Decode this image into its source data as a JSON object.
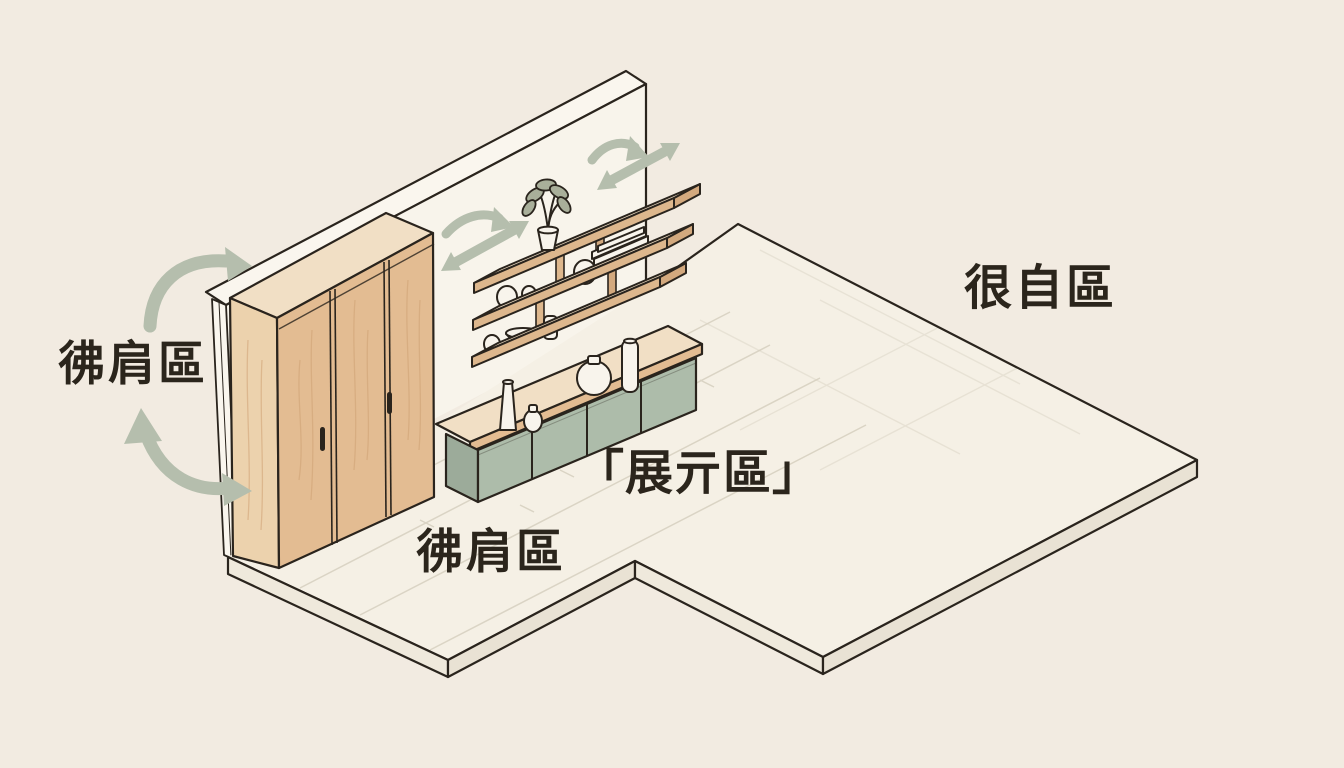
{
  "diagram": {
    "zone_labels": {
      "left": "彿肩區",
      "bottom": "彿肩區",
      "display": "「展亓區」",
      "open": "很自區"
    },
    "arrows": [
      {
        "name": "curved-arrow-top-left",
        "style": "arc",
        "direction": "up-right"
      },
      {
        "name": "curved-arrow-bottom-left",
        "style": "arc-double-headed",
        "direction": "up-and-right"
      },
      {
        "name": "swoosh-arrow-upper-left",
        "style": "arc",
        "direction": "right"
      },
      {
        "name": "double-headed-arrow-upper-left",
        "style": "straight-diagonal",
        "direction": "up-right-down-left"
      },
      {
        "name": "swoosh-arrow-upper-right",
        "style": "arc",
        "direction": "right"
      },
      {
        "name": "double-headed-arrow-upper-right",
        "style": "straight-diagonal",
        "direction": "up-right-down-left"
      }
    ],
    "colors": {
      "background": "#f2ebe1",
      "wall": "#f8f4eb",
      "wall_top": "#faf6ee",
      "floor": "#f5f0e5",
      "floor_edge_light": "#efe9dc",
      "floor_edge_dark": "#e9e2d4",
      "plank_line": "#d8d1c1",
      "wood": "#e3bc92",
      "wood_light": "#ecd2ad",
      "wood_top": "#f1dfc5",
      "wood_shelf": "#ddb78d",
      "wood_end": "#d3a97e",
      "grain": "#cfa174",
      "cabinet": "#adbcaa",
      "cabinet_dark": "#9cab9a",
      "arrow": "#b5bead",
      "ceramic": "#f8f4ec",
      "leaf": "#a9af9a",
      "outline": "#2a241d",
      "text": "#2b251c"
    }
  }
}
